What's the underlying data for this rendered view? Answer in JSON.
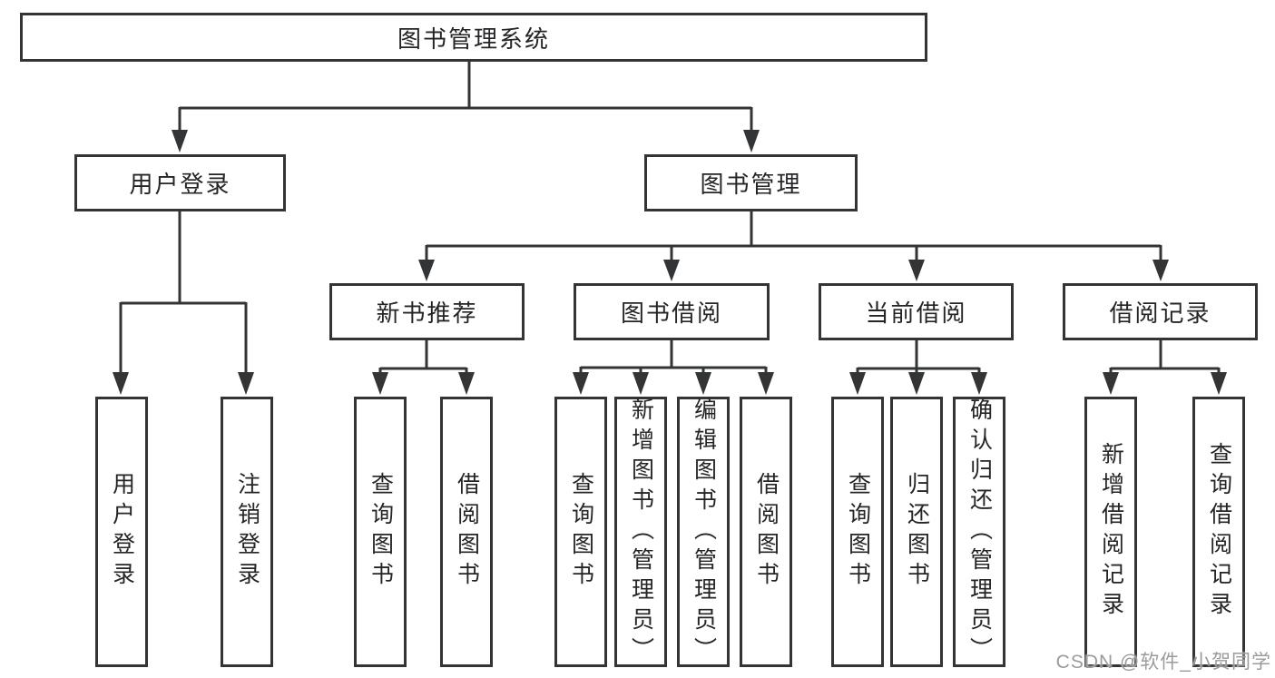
{
  "diagram_title": "图书管理系统",
  "nodes": {
    "root": "图书管理系统",
    "user_login": "用户登录",
    "book_management": "图书管理",
    "new_book_rec": "新书推荐",
    "book_borrow": "图书借阅",
    "current_borrow": "当前借阅",
    "borrow_records": "借阅记录",
    "leaf_user_login": "用户登录",
    "leaf_logout": "注销登录",
    "leaf_query_books_1": "查询图书",
    "leaf_borrow_books_1": "借阅图书",
    "leaf_query_books_2": "查询图书",
    "leaf_add_book": "新增图书（管理员）",
    "leaf_edit_book": "编辑图书（管理员）",
    "leaf_borrow_books_2": "借阅图书",
    "leaf_query_books_3": "查询图书",
    "leaf_return_book": "归还图书",
    "leaf_confirm_return": "确认归还（管理员）",
    "leaf_add_record": "新增借阅记录",
    "leaf_query_record": "查询借阅记录"
  },
  "watermark": "CSDN @软件_小贺同学",
  "colors": {
    "line": "#333436",
    "text": "#242527",
    "watermark": "#9b9b9b",
    "background": "#ffffff"
  }
}
